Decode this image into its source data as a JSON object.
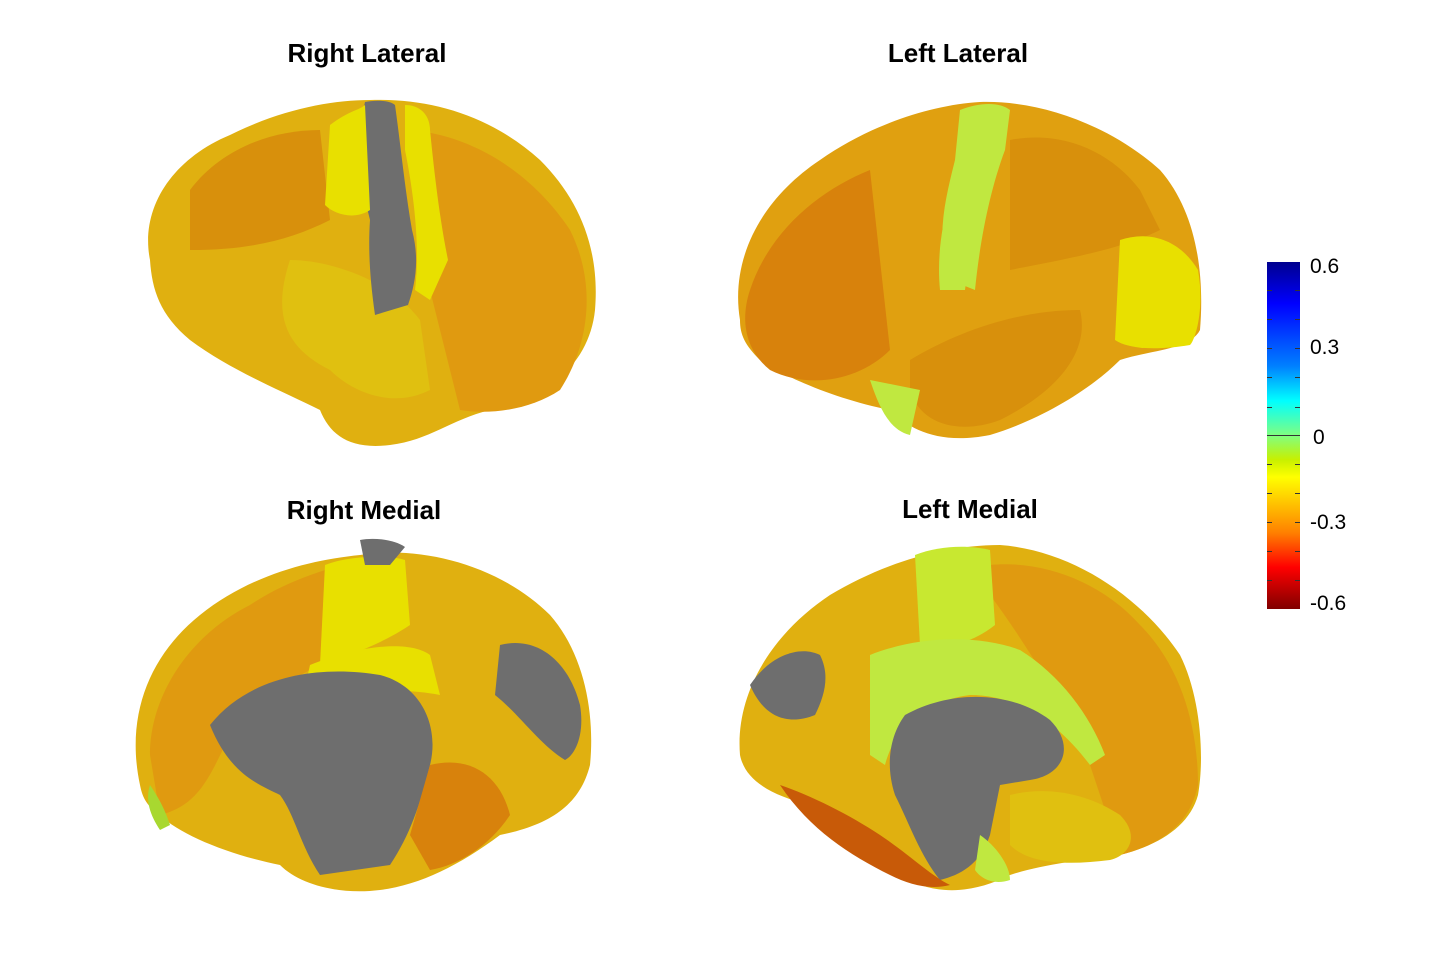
{
  "figure": {
    "panels": [
      {
        "id": "right-lateral",
        "title": "Right Lateral"
      },
      {
        "id": "left-lateral",
        "title": "Left Lateral"
      },
      {
        "id": "right-medial",
        "title": "Right Medial"
      },
      {
        "id": "left-medial",
        "title": "Left Medial"
      }
    ],
    "colorbar": {
      "colormap": "jet",
      "min": -0.6,
      "max": 0.6,
      "tick_labels": [
        "0.6",
        "0.3",
        "0",
        "-0.3",
        "-0.6"
      ],
      "colors": {
        "top": "#00008f",
        "mid": "#80ff80",
        "bottom": "#800000"
      }
    },
    "surface_colors": {
      "orange": "#e09a10",
      "dark_orange": "#d8820c",
      "gold": "#e0b010",
      "yellow": "#e8e000",
      "yellow_green": "#c0e840",
      "gray_unassigned": "#6e6e6e",
      "red_orange": "#c85a08"
    }
  }
}
